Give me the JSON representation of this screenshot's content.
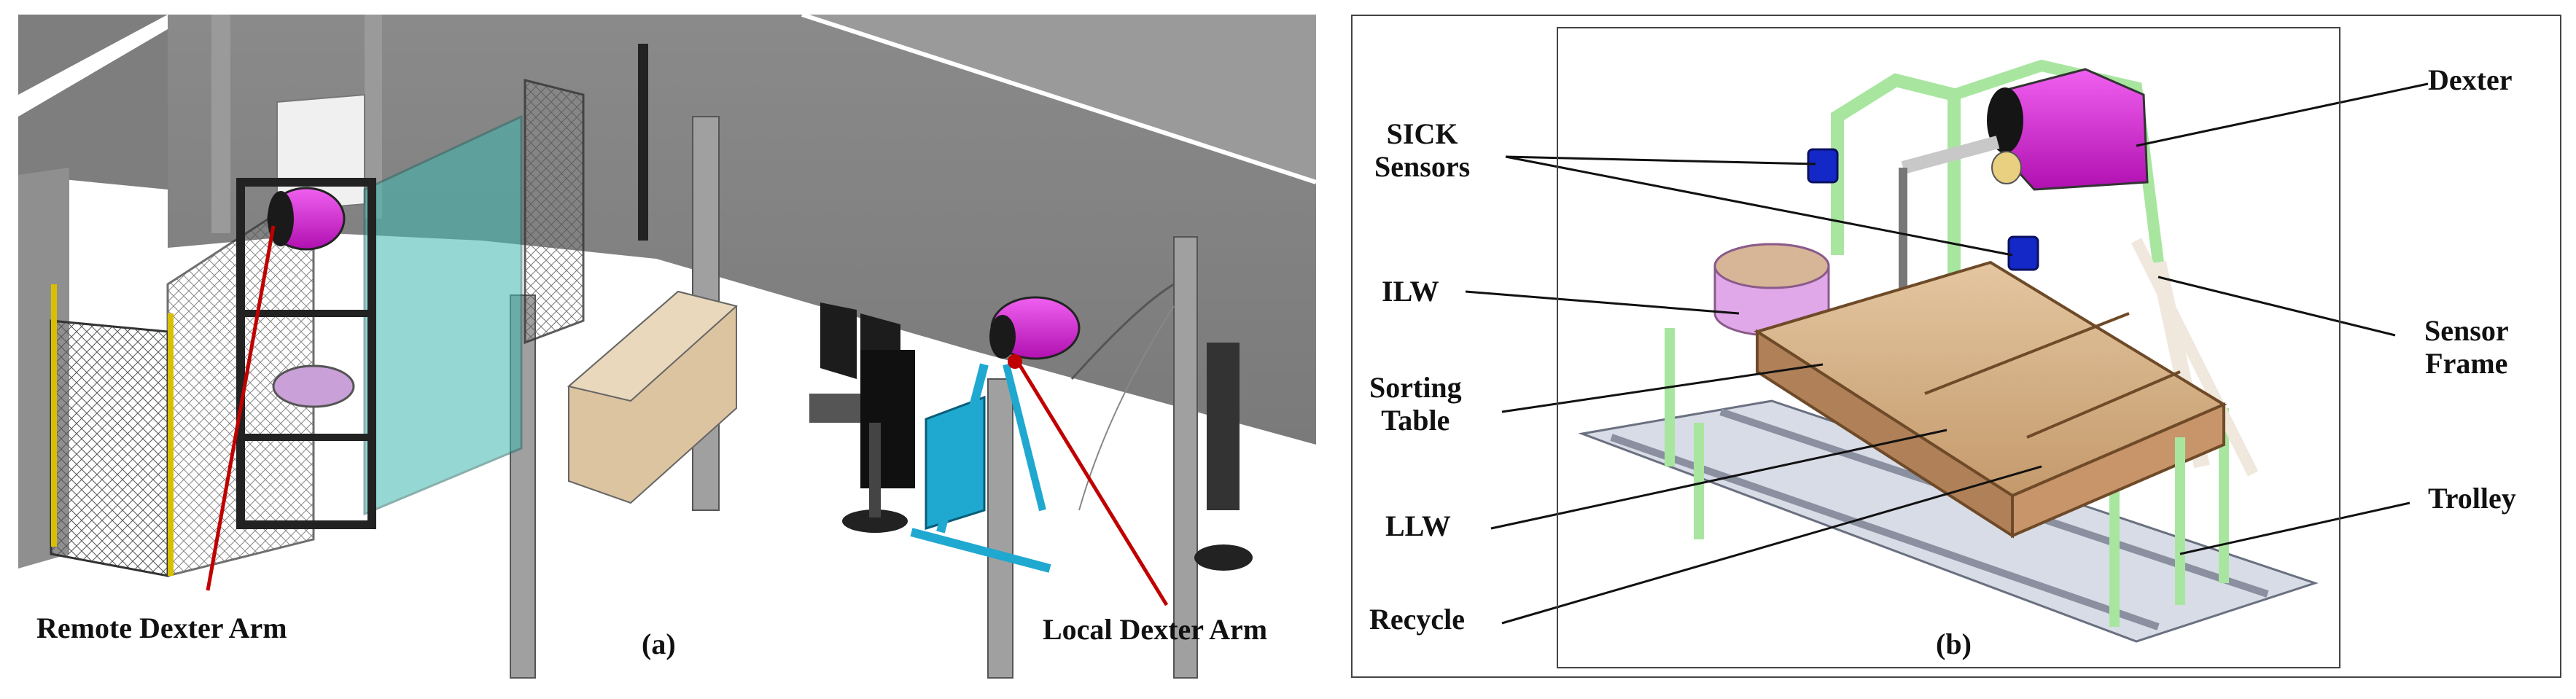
{
  "panel_a": {
    "caption": "(a)",
    "labels": {
      "remote_arm": "Remote Dexter Arm",
      "local_arm": "Local Dexter Arm"
    }
  },
  "panel_b": {
    "caption": "(b)",
    "labels": {
      "dexter": "Dexter",
      "sick_line1": "SICK",
      "sick_line2": "Sensors",
      "ilw": "ILW",
      "sorting_line1": "Sorting",
      "sorting_line2": "Table",
      "llw": "LLW",
      "recycle": "Recycle",
      "sensor_frame_line1": "Sensor",
      "sensor_frame_line2": "Frame",
      "trolley": "Trolley"
    }
  },
  "colors": {
    "dexter_body": "#e020e0",
    "frame_green": "#a8e6a0",
    "table_wood": "#d8b48c",
    "floor_gray": "#8a8a8a",
    "glass": "#3fb8b0",
    "leader_red": "#c00000"
  }
}
